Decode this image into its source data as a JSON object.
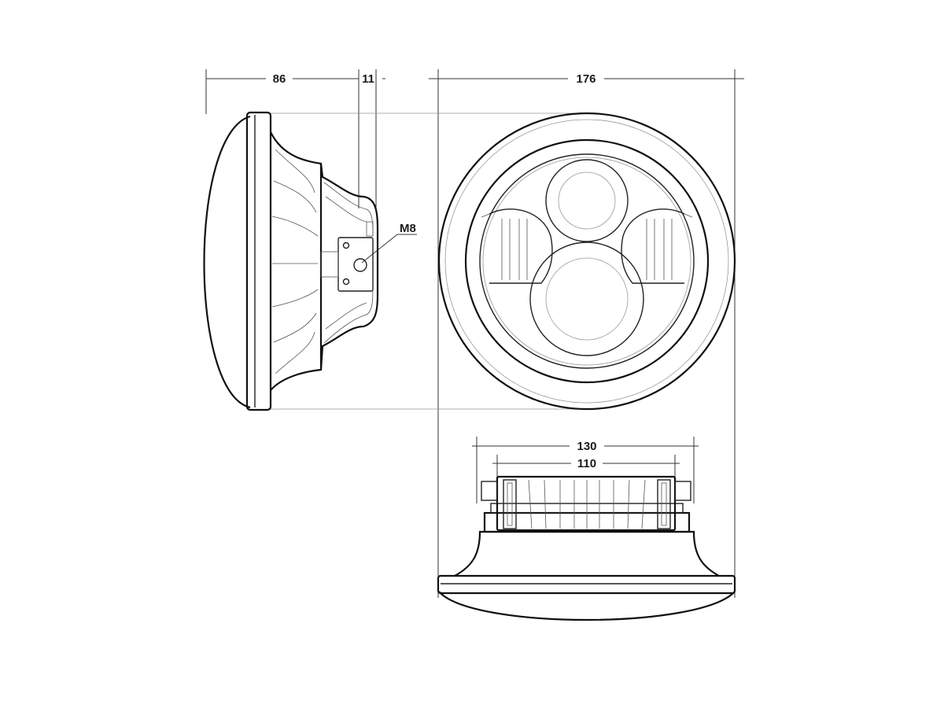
{
  "dimensions": {
    "side_depth": "86",
    "mount_offset": "11",
    "diameter": "176",
    "bottom_outer_width": "130",
    "bottom_inner_width": "110",
    "thread_size": "M8"
  },
  "colors": {
    "line": "#222222",
    "background": "#ffffff"
  }
}
